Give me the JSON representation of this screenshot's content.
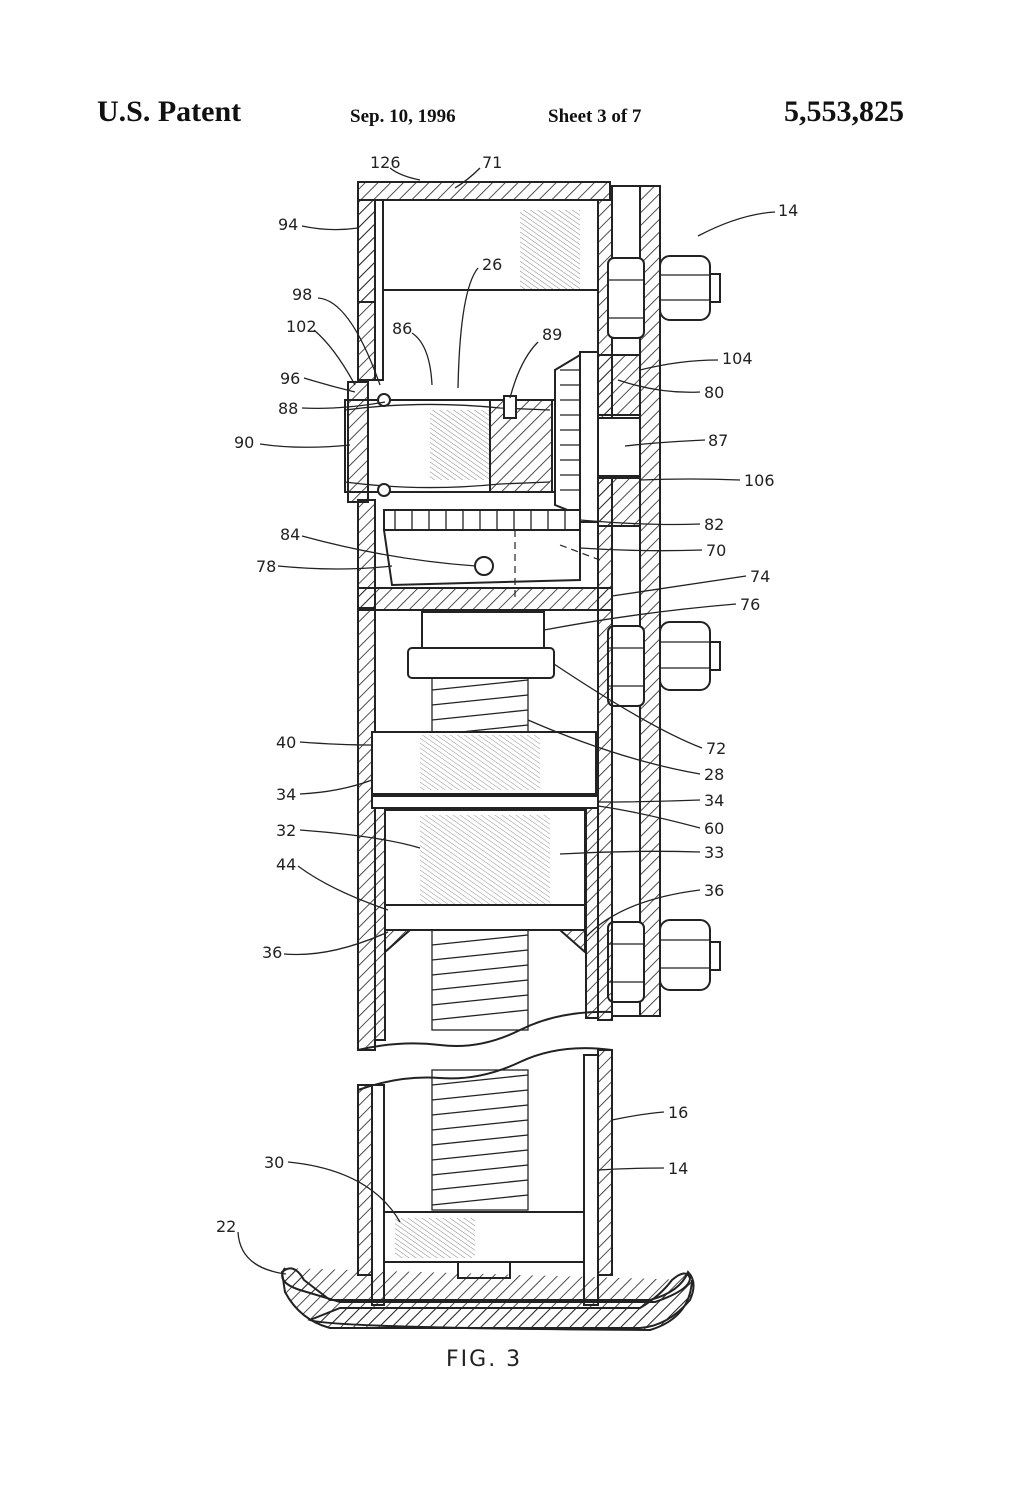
{
  "header": {
    "left": "U.S. Patent",
    "date": "Sep. 10, 1996",
    "sheet": "Sheet 3 of 7",
    "number": "5,553,825"
  },
  "figure": {
    "caption": "FIG.  3"
  },
  "labels": {
    "l126": "126",
    "l71": "71",
    "l14a": "14",
    "l94": "94",
    "l26": "26",
    "l98": "98",
    "l86": "86",
    "l89": "89",
    "l102": "102",
    "l104": "104",
    "l96": "96",
    "l80": "80",
    "l88": "88",
    "l90": "90",
    "l87": "87",
    "l106": "106",
    "l82": "82",
    "l84": "84",
    "l70": "70",
    "l78": "78",
    "l74": "74",
    "l76": "76",
    "l72": "72",
    "l40": "40",
    "l28": "28",
    "l34a": "34",
    "l34b": "34",
    "l32": "32",
    "l60": "60",
    "l33": "33",
    "l44": "44",
    "l36a": "36",
    "l36b": "36",
    "l16": "16",
    "l14b": "14",
    "l30": "30",
    "l22": "22"
  }
}
